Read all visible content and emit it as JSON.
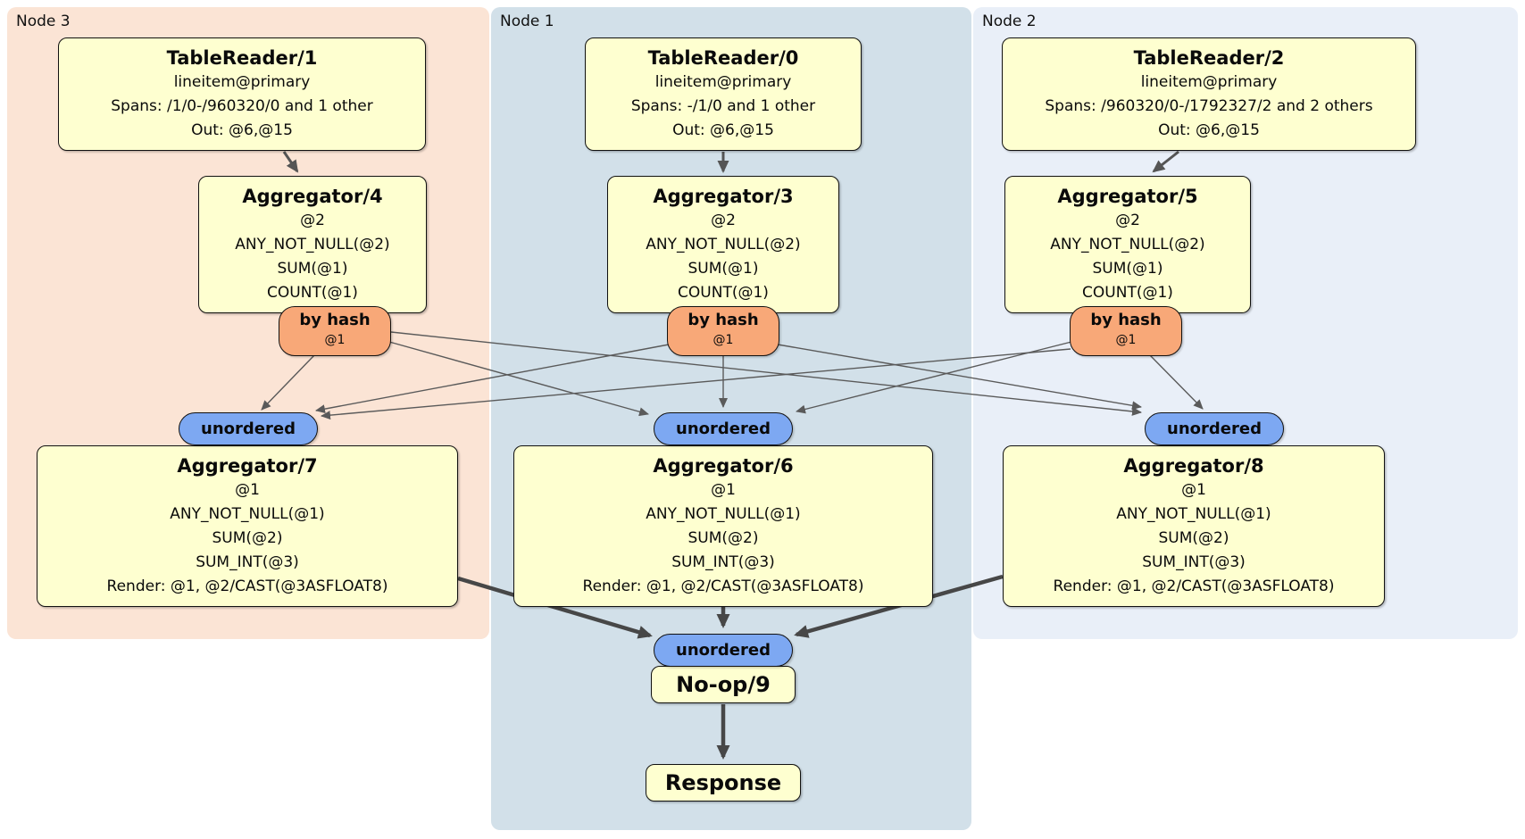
{
  "colors": {
    "node3_bg": "#fbe4d5",
    "node1_bg": "#d2e0e9",
    "node2_bg": "#e9eff8",
    "box_fill": "#feffd0",
    "router_fill": "#f8a878",
    "sync_fill": "#7da8f2",
    "edge_thin": "#5a5a5a",
    "edge_thick": "#474747"
  },
  "regions": {
    "node3": {
      "label": "Node 3",
      "tablereader": {
        "title": "TableReader/1",
        "index": "lineitem@primary",
        "spans": "Spans: /1/0-/960320/0 and 1 other",
        "out": "Out: @6,@15"
      },
      "aggregator_top": {
        "title": "Aggregator/4",
        "group_by": "@2",
        "fns": [
          "ANY_NOT_NULL(@2)",
          "SUM(@1)",
          "COUNT(@1)"
        ]
      },
      "router": {
        "label": "by hash",
        "columns": "@1"
      },
      "sync": {
        "label": "unordered"
      },
      "aggregator_bottom": {
        "title": "Aggregator/7",
        "group_by": "@1",
        "fns": [
          "ANY_NOT_NULL(@1)",
          "SUM(@2)",
          "SUM_INT(@3)"
        ],
        "render": "Render: @1, @2/CAST(@3ASFLOAT8)"
      }
    },
    "node1": {
      "label": "Node 1",
      "tablereader": {
        "title": "TableReader/0",
        "index": "lineitem@primary",
        "spans": "Spans: -/1/0 and 1 other",
        "out": "Out: @6,@15"
      },
      "aggregator_top": {
        "title": "Aggregator/3",
        "group_by": "@2",
        "fns": [
          "ANY_NOT_NULL(@2)",
          "SUM(@1)",
          "COUNT(@1)"
        ]
      },
      "router": {
        "label": "by hash",
        "columns": "@1"
      },
      "sync": {
        "label": "unordered"
      },
      "aggregator_bottom": {
        "title": "Aggregator/6",
        "group_by": "@1",
        "fns": [
          "ANY_NOT_NULL(@1)",
          "SUM(@2)",
          "SUM_INT(@3)"
        ],
        "render": "Render: @1, @2/CAST(@3ASFLOAT8)"
      }
    },
    "node2": {
      "label": "Node 2",
      "tablereader": {
        "title": "TableReader/2",
        "index": "lineitem@primary",
        "spans": "Spans: /960320/0-/1792327/2 and 2 others",
        "out": "Out: @6,@15"
      },
      "aggregator_top": {
        "title": "Aggregator/5",
        "group_by": "@2",
        "fns": [
          "ANY_NOT_NULL(@2)",
          "SUM(@1)",
          "COUNT(@1)"
        ]
      },
      "router": {
        "label": "by hash",
        "columns": "@1"
      },
      "sync": {
        "label": "unordered"
      },
      "aggregator_bottom": {
        "title": "Aggregator/8",
        "group_by": "@1",
        "fns": [
          "ANY_NOT_NULL(@1)",
          "SUM(@2)",
          "SUM_INT(@3)"
        ],
        "render": "Render: @1, @2/CAST(@3ASFLOAT8)"
      }
    }
  },
  "final": {
    "sync": {
      "label": "unordered"
    },
    "noop": {
      "title": "No-op/9"
    },
    "response": {
      "title": "Response"
    }
  }
}
